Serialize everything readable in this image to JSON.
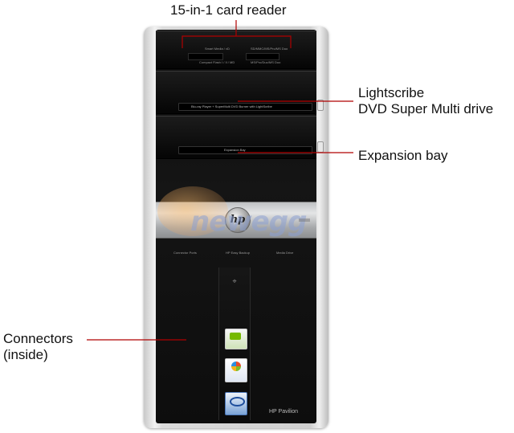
{
  "callouts": {
    "card_reader": "15-in-1 card reader",
    "lightscribe_line1": "Lightscribe",
    "lightscribe_line2": "DVD Super Multi drive",
    "expansion_bay": "Expansion bay",
    "connectors_line1": "Connectors",
    "connectors_line2": "(inside)"
  },
  "tower": {
    "card_reader_label_left": "Smart Media / xD",
    "card_reader_label_right": "SD/MMC/MS/Pro/MS Duo",
    "card_reader_label_left2": "Compact Flash I / II / MD",
    "card_reader_label_right2": "MS/Pro/Duo/MS Duo",
    "dvd_label": "Blu-ray Player + SuperMulti DVD Burner with LightScribe",
    "expansion_label": "Expansion Bay",
    "lower_label_1": "Connector Ports",
    "lower_label_2": "HP Easy Backup",
    "lower_label_3": "Media Drive",
    "brand": "HP Pavilion",
    "logo": "hp"
  },
  "watermark": "newegg",
  "colors": {
    "leader_line": "#b00000",
    "text": "#111111"
  }
}
